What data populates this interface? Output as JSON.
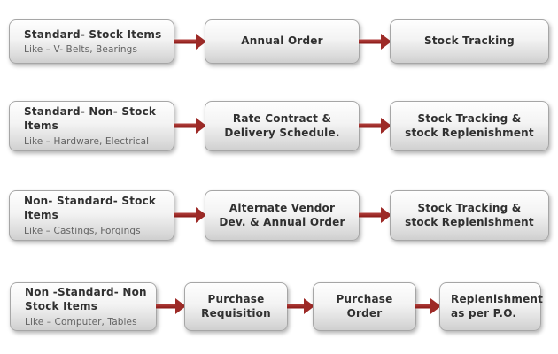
{
  "colors": {
    "arrow": "#9d2a27",
    "node_border": "#a6a6a6",
    "title_text": "#303030",
    "subtitle_text": "#636363"
  },
  "diagram": {
    "rows": [
      {
        "boxes": [
          {
            "title": "Standard- Stock Items",
            "subtitle": "Like – V- Belts, Bearings"
          },
          {
            "title": "Annual Order"
          },
          {
            "title": "Stock Tracking"
          }
        ]
      },
      {
        "boxes": [
          {
            "title": "Standard- Non- Stock\nItems",
            "subtitle": "Like – Hardware, Electrical"
          },
          {
            "title": "Rate Contract &\nDelivery Schedule."
          },
          {
            "title": "Stock Tracking &\nstock Replenishment"
          }
        ]
      },
      {
        "boxes": [
          {
            "title": "Non- Standard- Stock\nItems",
            "subtitle": "Like – Castings, Forgings"
          },
          {
            "title": "Alternate Vendor\nDev. & Annual Order"
          },
          {
            "title": "Stock Tracking &\nstock Replenishment"
          }
        ]
      },
      {
        "boxes": [
          {
            "title": "Non -Standard- Non\nStock Items",
            "subtitle": "Like – Computer, Tables"
          },
          {
            "title": "Purchase\nRequisition"
          },
          {
            "title": "Purchase\nOrder"
          },
          {
            "title": "Replenishment\nas per P.O."
          }
        ]
      }
    ]
  }
}
